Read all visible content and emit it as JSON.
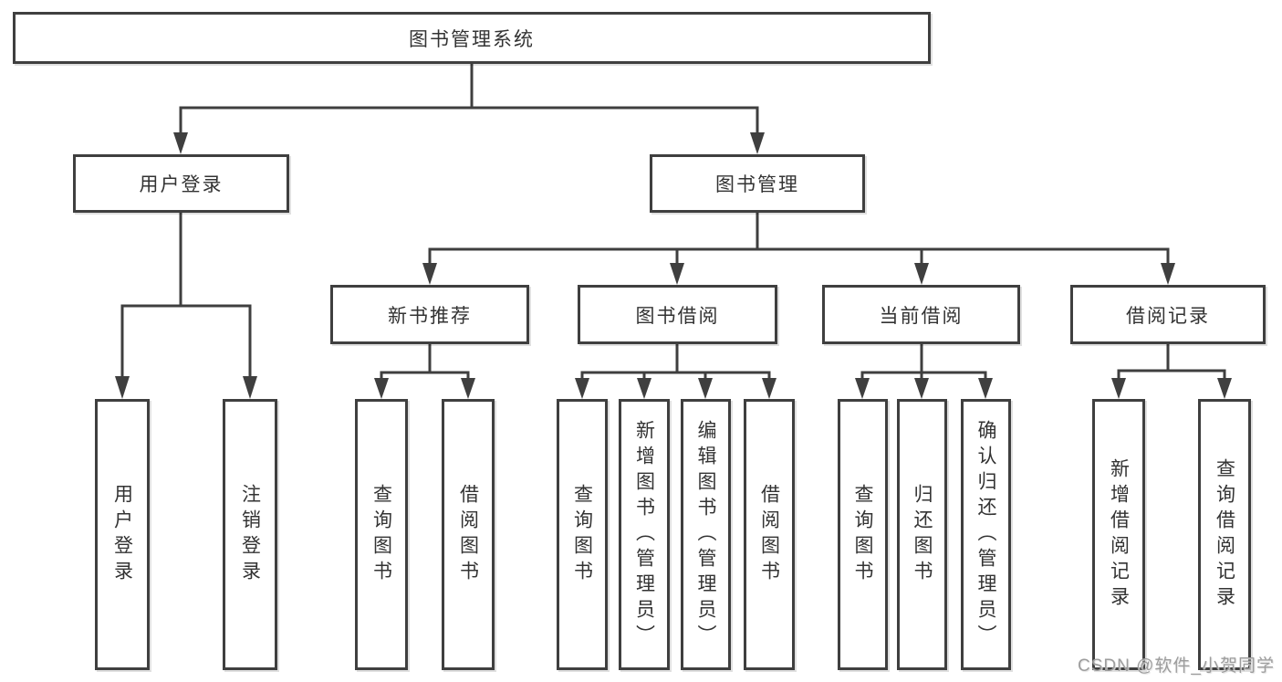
{
  "diagram": {
    "title": "图书管理系统",
    "branches": [
      {
        "label": "用户登录",
        "children": [
          {
            "label": "用户登录"
          },
          {
            "label": "注销登录"
          }
        ]
      },
      {
        "label": "图书管理",
        "children": [
          {
            "label": "新书推荐",
            "children": [
              {
                "label": "查询图书"
              },
              {
                "label": "借阅图书"
              }
            ]
          },
          {
            "label": "图书借阅",
            "children": [
              {
                "label": "查询图书"
              },
              {
                "label": "新增图书（管理员）"
              },
              {
                "label": "编辑图书（管理员）"
              },
              {
                "label": "借阅图书"
              }
            ]
          },
          {
            "label": "当前借阅",
            "children": [
              {
                "label": "查询图书"
              },
              {
                "label": "归还图书"
              },
              {
                "label": "确认归还（管理员）"
              }
            ]
          },
          {
            "label": "借阅记录",
            "children": [
              {
                "label": "新增借阅记录"
              },
              {
                "label": "查询借阅记录"
              }
            ]
          }
        ]
      }
    ]
  },
  "watermark": "CSDN @软件_小贺同学",
  "colors": {
    "line": "#3f3f3f",
    "text": "#333333",
    "watermark": "#9d9d9d",
    "background": "#ffffff"
  }
}
